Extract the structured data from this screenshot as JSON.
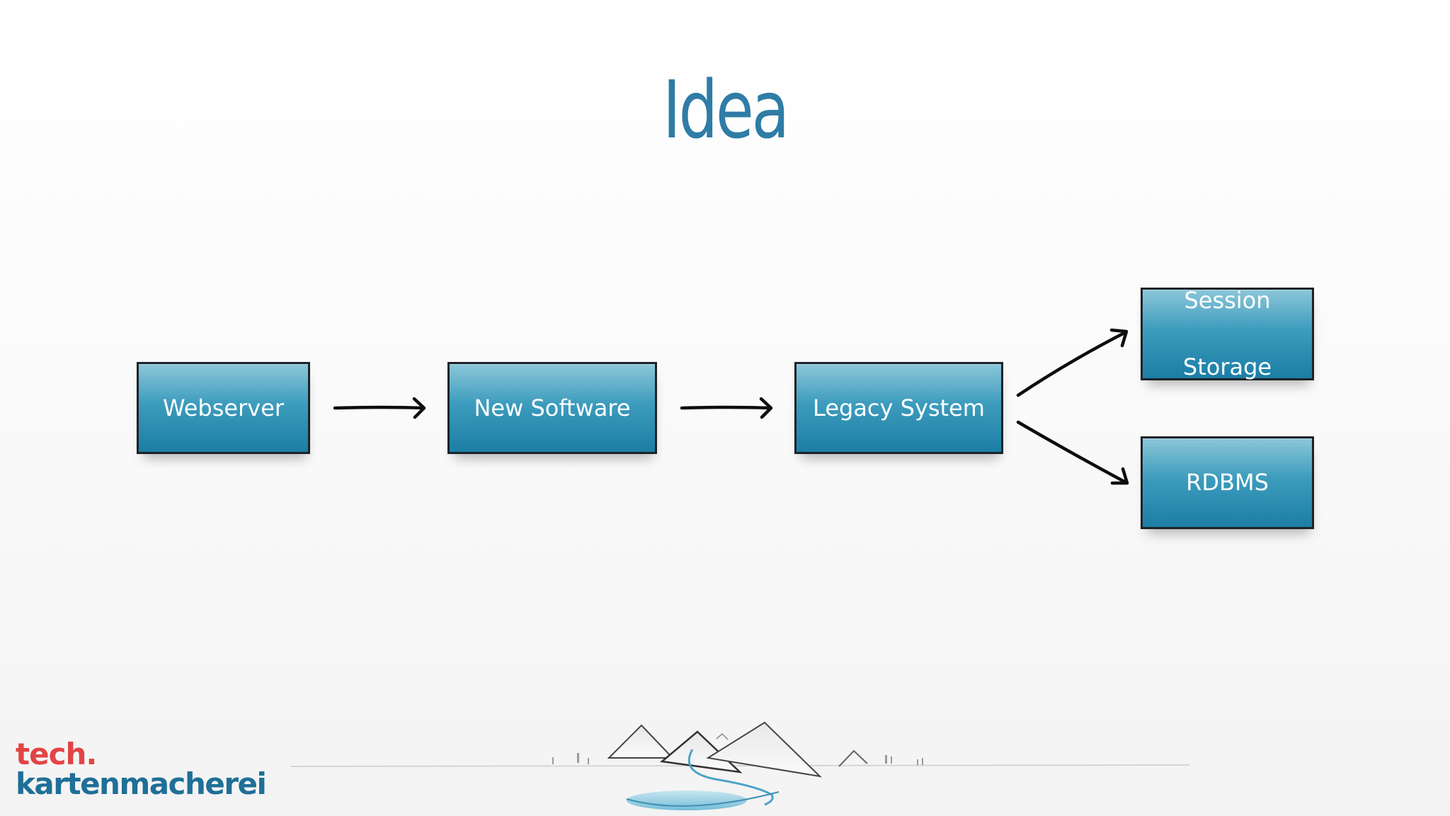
{
  "slide": {
    "title": "Idea"
  },
  "diagram": {
    "nodes": [
      {
        "id": "webserver",
        "label": "Webserver"
      },
      {
        "id": "new-software",
        "label": "New Software"
      },
      {
        "id": "legacy-system",
        "label": "Legacy System"
      },
      {
        "id": "session-storage",
        "label_lines": [
          "Session",
          "Storage"
        ]
      },
      {
        "id": "rdbms",
        "label": "RDBMS"
      }
    ],
    "edges": [
      {
        "from": "webserver",
        "to": "new-software"
      },
      {
        "from": "new-software",
        "to": "legacy-system"
      },
      {
        "from": "legacy-system",
        "to": "session-storage"
      },
      {
        "from": "legacy-system",
        "to": "rdbms"
      }
    ]
  },
  "logo": {
    "line1": "tech.",
    "line2": "kartenmacherei"
  },
  "colors": {
    "title": "#2f7ca6",
    "box_top": "#8cc7d9",
    "box_bottom": "#1c7ea5",
    "box_border": "#1d2328",
    "logo_red": "#e24444",
    "logo_blue": "#1f6f97"
  }
}
